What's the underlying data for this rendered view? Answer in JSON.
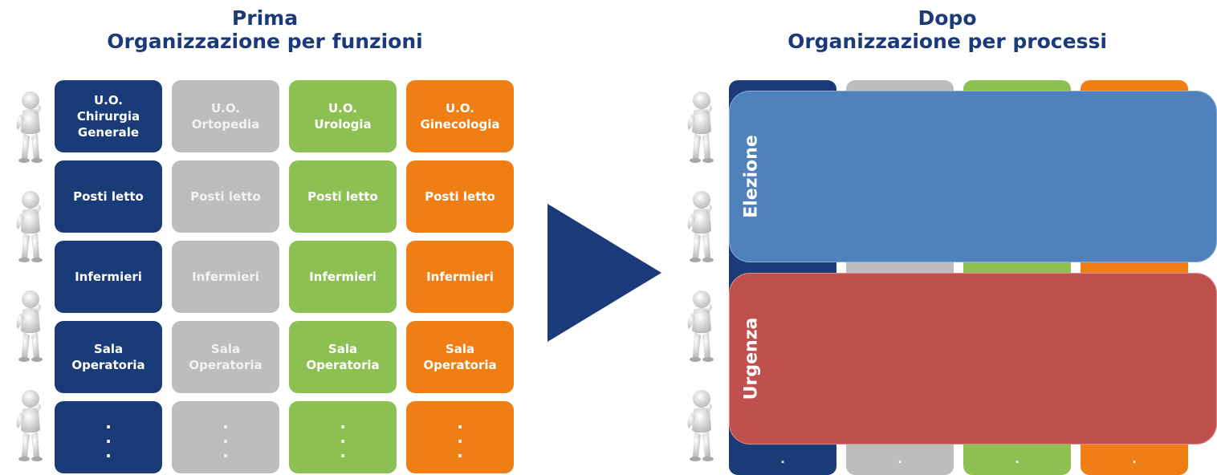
{
  "before": {
    "title": "Prima",
    "subtitle": "Organizzazione per funzioni",
    "columns": [
      {
        "color": "#193b78",
        "text_color": "#ffffff",
        "cells": [
          "U.O.\nChirurgia\nGenerale",
          "Posti letto",
          "Infermieri",
          "Sala\nOperatoria",
          ".\n.\n."
        ]
      },
      {
        "color": "#bdbdbd",
        "text_color": "#f2f2f2",
        "cells": [
          "U.O.\nOrtopedia",
          "Posti letto",
          "Infermieri",
          "Sala\nOperatoria",
          ".\n.\n."
        ]
      },
      {
        "color": "#8dc052",
        "text_color": "#ffffff",
        "cells": [
          "U.O.\nUrologia",
          "Posti letto",
          "Infermieri",
          "Sala\nOperatoria",
          ".\n.\n."
        ]
      },
      {
        "color": "#ef7f14",
        "text_color": "#ffffff",
        "cells": [
          "U.O.\nGinecologia",
          "Posti letto",
          "Infermieri",
          "Sala\nOperatoria",
          ".\n.\n."
        ]
      }
    ]
  },
  "arrow_color": "#1b3a7a",
  "after": {
    "title": "Dopo",
    "subtitle": "Organizzazione per processi",
    "column_colors": [
      "#193b78",
      "#bdbdbd",
      "#8dc052",
      "#ef7f14"
    ],
    "column_dot": ".",
    "processes": [
      {
        "label": "Elezione",
        "color": "#4f81bd"
      },
      {
        "label": "Urgenza",
        "color": "#c0504d"
      }
    ]
  },
  "figure_icon": "person-thinking-icon"
}
